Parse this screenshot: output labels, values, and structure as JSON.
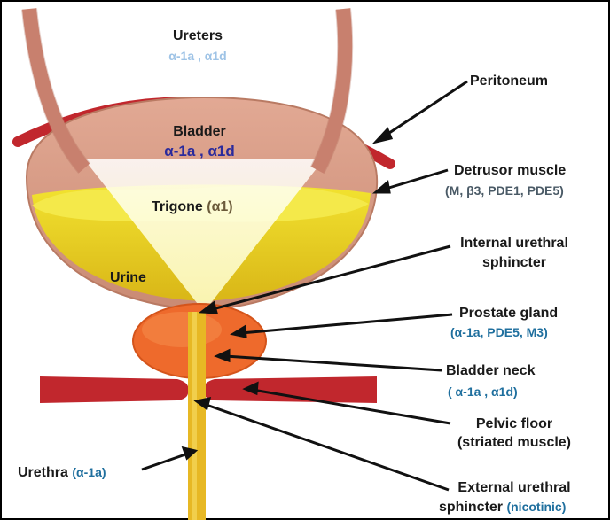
{
  "labels": {
    "ureters": "Ureters",
    "ureters_receptors": "α-1a , α1d",
    "bladder": "Bladder",
    "bladder_receptors": "α-1a , α1d",
    "trigone": "Trigone",
    "trigone_receptor": "(α1)",
    "urine": "Urine",
    "peritoneum": "Peritoneum",
    "detrusor": "Detrusor muscle",
    "detrusor_receptors": "(M, β3, PDE1, PDE5)",
    "internal_sphincter_1": "Internal urethral",
    "internal_sphincter_2": "sphincter",
    "prostate": "Prostate gland",
    "prostate_receptors": "(α-1a, PDE5, M3)",
    "bladder_neck": "Bladder neck",
    "bladder_neck_receptors": "( α-1a , α1d)",
    "pelvic_floor_1": "Pelvic floor",
    "pelvic_floor_2": "(striated muscle)",
    "urethra": "Urethra",
    "urethra_receptor": "(α-1a)",
    "external_sphincter_1": "External urethral",
    "external_sphincter_2": "sphincter",
    "external_sphincter_receptor": "(nicotinic)"
  },
  "colors": {
    "bladder_wall": "#d99a82",
    "ureter": "#d58b78",
    "peritoneum": "#c1272d",
    "urine": "#e8c21a",
    "urine_light": "#f4e94a",
    "prostate": "#ee6a2c",
    "pelvic_floor": "#c1272d",
    "urethra": "#e7b824",
    "receptor_blue": "#1f6f9e"
  }
}
